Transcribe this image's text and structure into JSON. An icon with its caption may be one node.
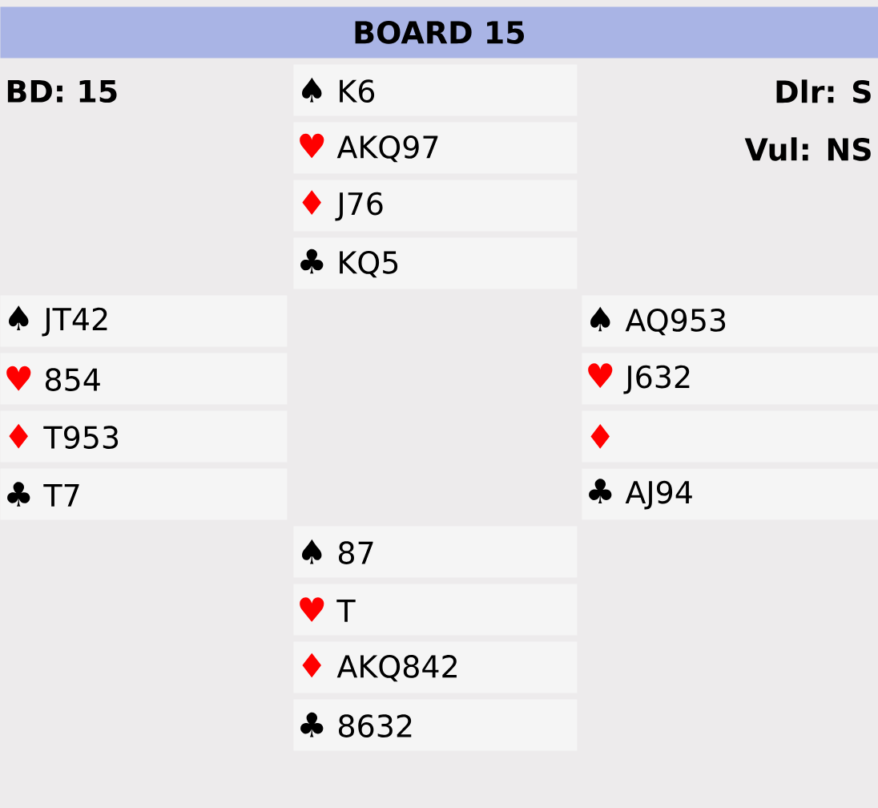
{
  "diagram": {
    "title": "BOARD 15",
    "nodes": [
      {
        "text": [
          "♠",
          "K6"
        ]
      },
      {
        "text": [
          "♥",
          "AKQ97"
        ]
      },
      {
        "text": [
          "♦",
          "J76"
        ]
      },
      {
        "text": [
          "♣",
          "KQ5"
        ]
      },
      {
        "text": [
          "♠",
          "JT42"
        ]
      },
      {
        "text": [
          "♠",
          "AQ953"
        ]
      },
      {
        "text": [
          "♥",
          "854"
        ]
      },
      {
        "text": [
          "♥",
          "J632"
        ]
      },
      {
        "text": [
          "♦",
          "T953"
        ]
      },
      {
        "text": [
          "♦"
        ]
      },
      {
        "text": [
          "♣",
          "T7"
        ]
      },
      {
        "text": [
          "♣",
          "AJ94"
        ]
      },
      {
        "text": [
          "♠",
          "87"
        ]
      },
      {
        "text": [
          "♥",
          "T"
        ]
      },
      {
        "text": [
          "♦",
          "AKQ842"
        ]
      },
      {
        "text": [
          "♣",
          "8632"
        ]
      }
    ],
    "labels": [
      "BD: 15",
      "Dlr: S",
      "Vul: NS"
    ]
  }
}
